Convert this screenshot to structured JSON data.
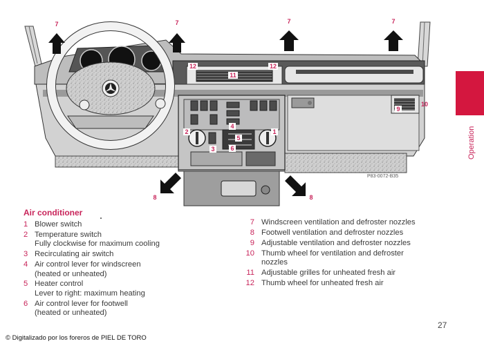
{
  "illustration": {
    "figure_code": "P83-0072-B35",
    "callouts": {
      "c7": "7",
      "c8": "8",
      "c9": "9",
      "c10": "10",
      "c11": "11",
      "c12": "12",
      "c1": "1",
      "c2": "2",
      "c3": "3",
      "c4": "4",
      "c5": "5",
      "c6": "6"
    }
  },
  "side_tab": {
    "label": "Operation",
    "color": "#d4173f"
  },
  "section": {
    "title": "Air conditioner",
    "left_items": [
      {
        "num": "1",
        "lines": [
          "Blower switch"
        ]
      },
      {
        "num": "2",
        "lines": [
          "Temperature switch",
          "Fully clockwise for maximum cooling"
        ]
      },
      {
        "num": "3",
        "lines": [
          "Recirculating air switch"
        ]
      },
      {
        "num": "4",
        "lines": [
          "Air control lever for windscreen",
          "(heated or unheated)"
        ]
      },
      {
        "num": "5",
        "lines": [
          "Heater control",
          "Lever to right: maximum heating"
        ]
      },
      {
        "num": "6",
        "lines": [
          "Air control lever for footwell",
          "(heated or unheated)"
        ]
      }
    ],
    "right_items": [
      {
        "num": "7",
        "lines": [
          "Windscreen ventilation and defroster nozzles"
        ]
      },
      {
        "num": "8",
        "lines": [
          "Footwell ventilation and defroster nozzles"
        ]
      },
      {
        "num": "9",
        "lines": [
          "Adjustable ventilation and defroster nozzles"
        ]
      },
      {
        "num": "10",
        "lines": [
          "Thumb wheel for ventilation and defroster",
          "nozzles"
        ]
      },
      {
        "num": "11",
        "lines": [
          "Adjustable grilles for unheated fresh air"
        ]
      },
      {
        "num": "12",
        "lines": [
          "Thumb wheel for unheated fresh air"
        ]
      }
    ]
  },
  "footer": {
    "page_number": "27",
    "credit": "© Digitalizado por los foreros de PIEL DE TORO"
  },
  "colors": {
    "accent": "#c8245a",
    "tab": "#d4173f",
    "text": "#3a3a3a"
  }
}
